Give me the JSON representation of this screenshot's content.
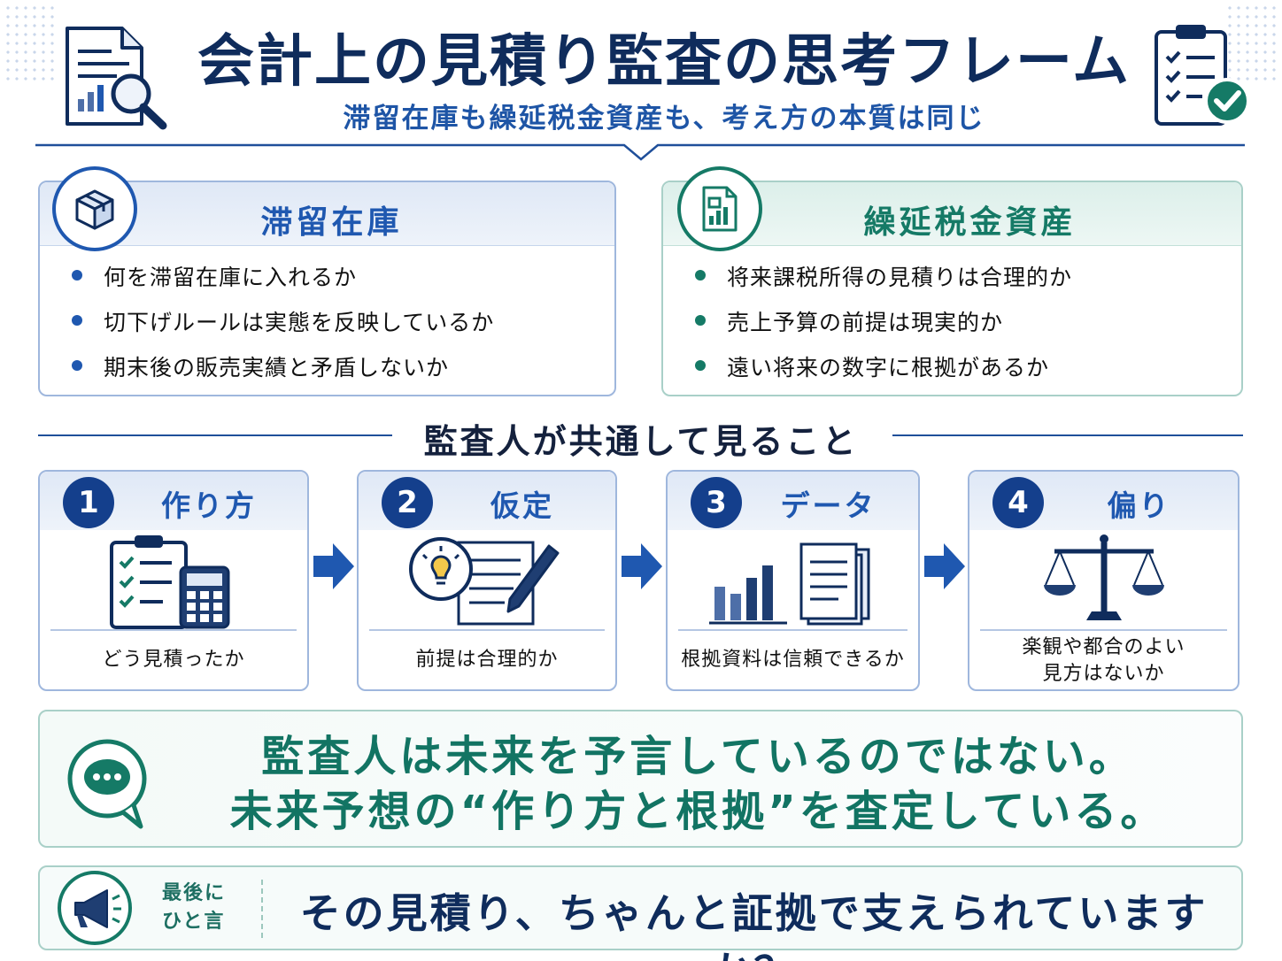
{
  "header": {
    "title": "会計上の見積り監査の思考フレーム",
    "subtitle": "滞留在庫も繰延税金資産も、考え方の本質は同じ"
  },
  "topics": [
    {
      "title": "滞留在庫",
      "icon": "box-icon",
      "bullets": [
        "何を滞留在庫に入れるか",
        "切下げルールは実態を反映しているか",
        "期末後の販売実績と矛盾しないか"
      ]
    },
    {
      "title": "繰延税金資産",
      "icon": "tax-document-icon",
      "bullets": [
        "将来課税所得の見積りは合理的か",
        "売上予算の前提は現実的か",
        "遠い将来の数字に根拠があるか"
      ]
    }
  ],
  "section_title": "監査人が共通して見ること",
  "steps": [
    {
      "number": "1",
      "title": "作り方",
      "caption": "どう見積ったか",
      "icon": "checklist-calculator-icon"
    },
    {
      "number": "2",
      "title": "仮定",
      "caption": "前提は合理的か",
      "icon": "lightbulb-document-pen-icon"
    },
    {
      "number": "3",
      "title": "データ",
      "caption": "根拠資料は信頼できるか",
      "icon": "bar-chart-documents-icon"
    },
    {
      "number": "4",
      "title": "偏り",
      "caption_line1": "楽観や都合のよい",
      "caption_line2": "見方はないか",
      "icon": "balance-scale-icon"
    }
  ],
  "message": {
    "line1": "監査人は未来を予言しているのではない。",
    "line2": "未来予想の“作り方と根拠”を査定している。",
    "icon": "speech-bubble-icon"
  },
  "closing": {
    "label_line1": "最後に",
    "label_line2": "ひと言",
    "text": "その見積り、ちゃんと証拠で支えられていますか？",
    "icon": "megaphone-icon"
  },
  "colors": {
    "navy": "#0f2c5c",
    "blue": "#1f58b0",
    "teal": "#157a66"
  }
}
